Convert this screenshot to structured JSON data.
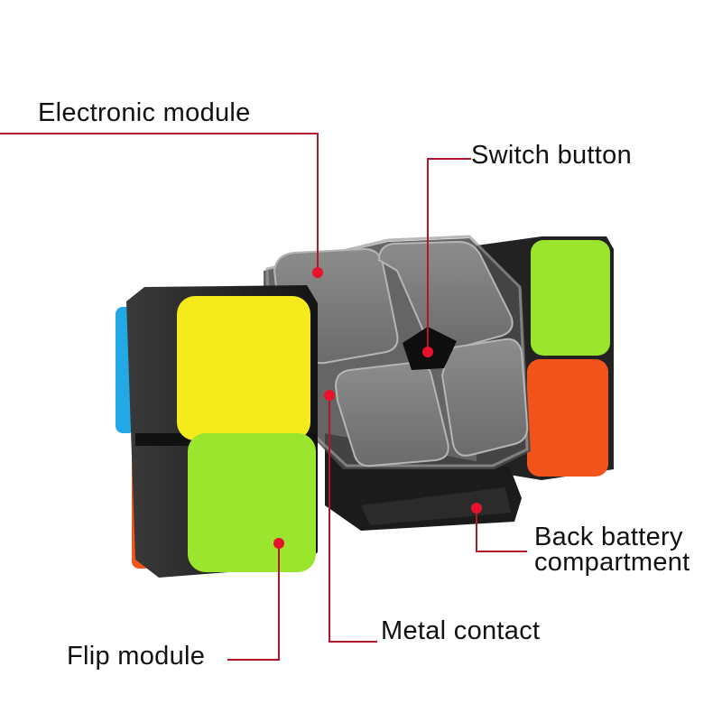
{
  "labels": {
    "electronic_module": "Electronic module",
    "switch_button": "Switch button",
    "back_battery_line1": "Back battery",
    "back_battery_line2": "compartment",
    "metal_contact": "Metal contact",
    "flip_module": "Flip module"
  },
  "colors": {
    "callout_line": "#b0172a",
    "callout_dot": "#e8122c",
    "yellow_tile": "#f4ea1c",
    "lime_tile": "#9be52e",
    "orange_tile": "#f2541b",
    "blue_tile": "#23a8e6",
    "grey_tile": "#7d7d7d",
    "body_dark": "#1e1e1e"
  },
  "icons": [
    "callout-dot"
  ]
}
